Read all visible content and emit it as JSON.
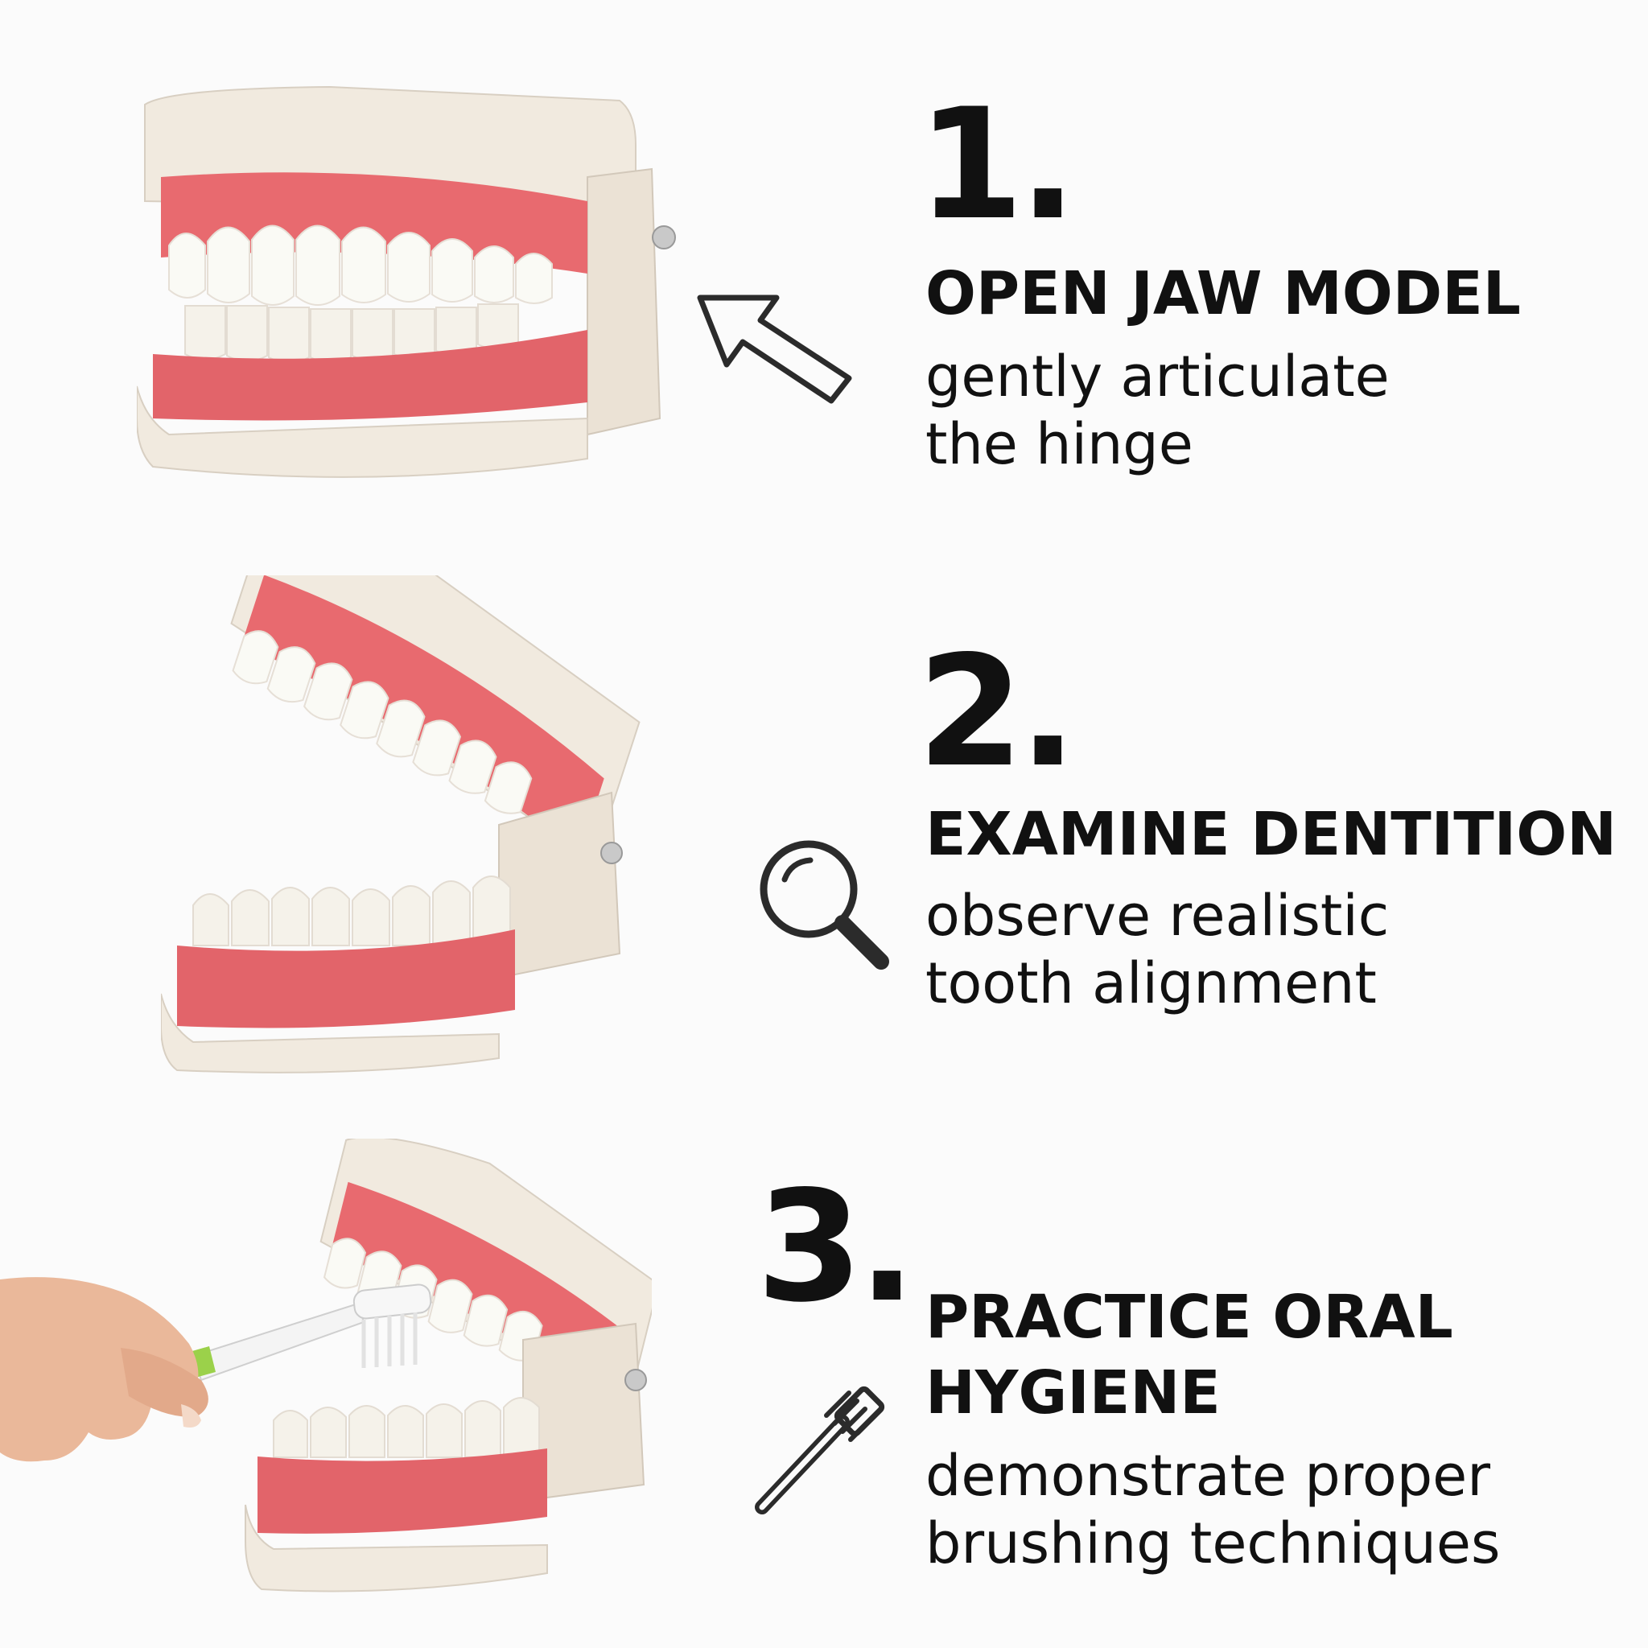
{
  "steps": [
    {
      "number": "1.",
      "title": [
        "OPEN JAW MODEL"
      ],
      "description": [
        "gently articulate",
        "the hinge"
      ],
      "icon": "arrow-up-left-icon",
      "photo": "dental-jaw-model-closed"
    },
    {
      "number": "2.",
      "title": [
        "EXAMINE DENTITION"
      ],
      "description": [
        "observe realistic",
        "tooth alignment"
      ],
      "icon": "magnifying-glass-icon",
      "photo": "dental-jaw-model-open"
    },
    {
      "number": "3.",
      "title": [
        "PRACTICE ORAL",
        "HYGIENE"
      ],
      "description": [
        "demonstrate proper",
        "brushing techniques"
      ],
      "icon": "toothbrush-icon",
      "photo": "dental-jaw-model-brushing"
    }
  ],
  "colors": {
    "background": "#fbfbfb",
    "text": "#111111",
    "gum": "#e86a6f",
    "teeth": "#fafaf5",
    "base": "#efe7dc",
    "icon_stroke": "#2b2b2b"
  }
}
